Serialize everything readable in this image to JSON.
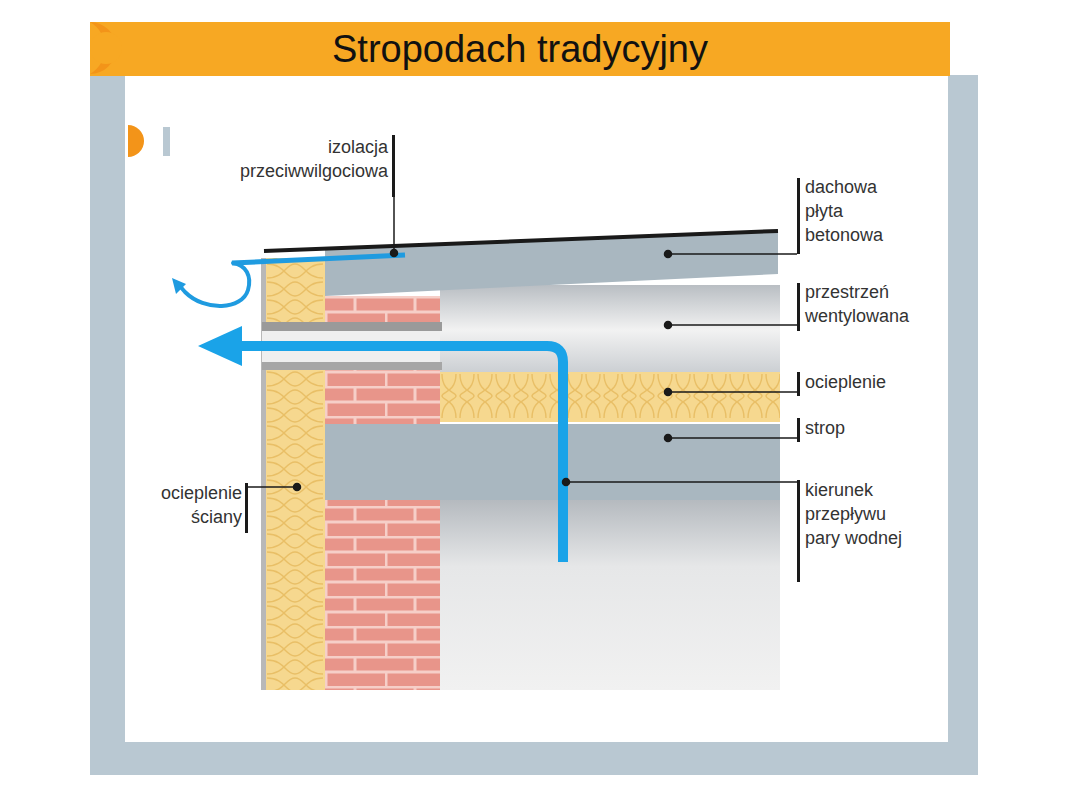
{
  "diagram": {
    "title": "Stropodach tradycyjny",
    "labels": [
      "izolacja przeciwwilgociowa",
      "dachowa płyta betonowa",
      "przestrzeń wentylowana",
      "ocieplenie",
      "strop",
      "kierunek przepływu pary wodnej",
      "ocieplenie ściany"
    ]
  }
}
